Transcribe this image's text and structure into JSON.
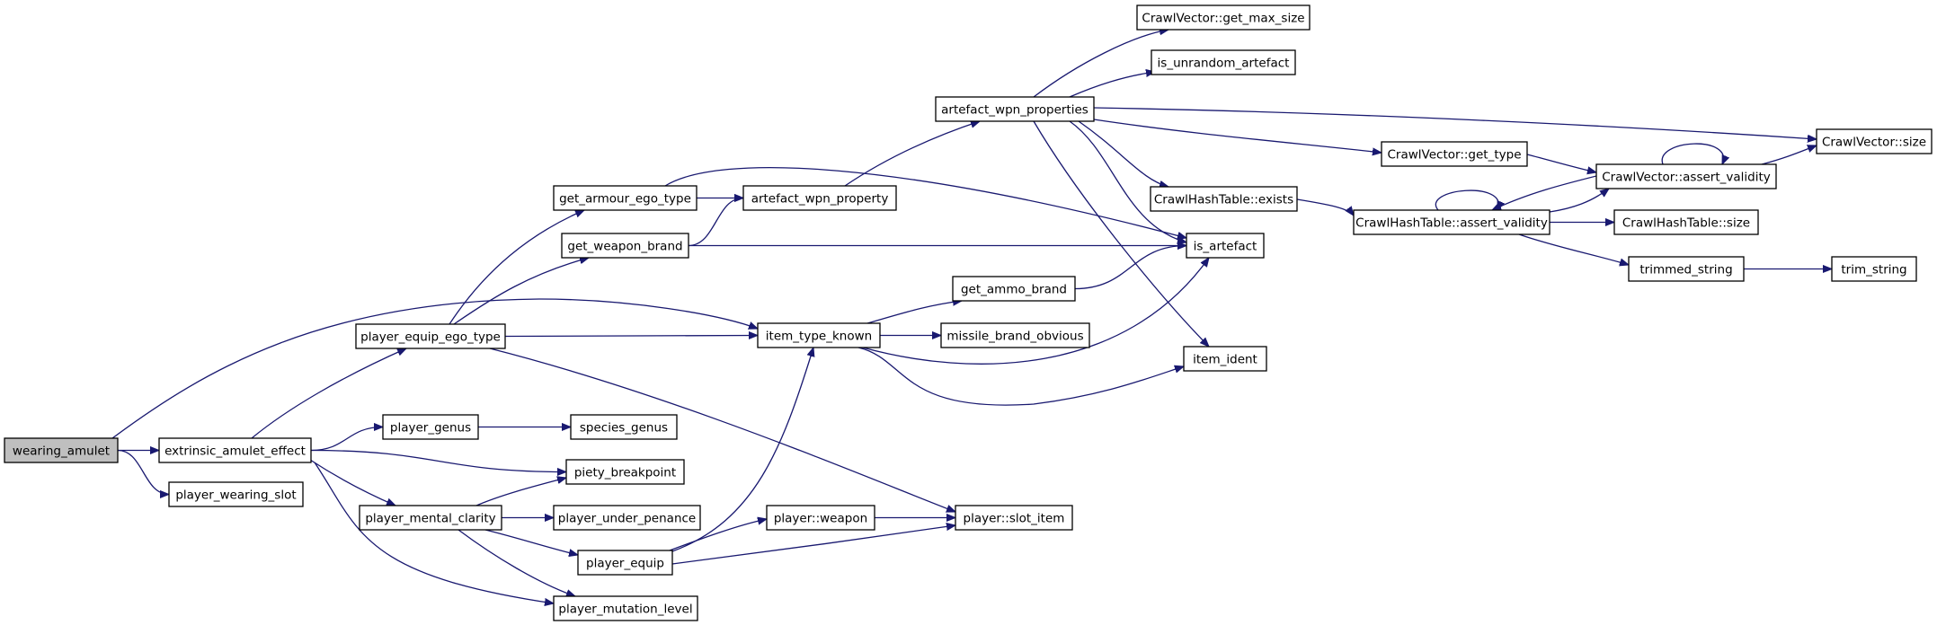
{
  "diagram": {
    "type": "call-graph",
    "root": "wearing_amulet",
    "colors": {
      "edge": "#191970",
      "root_fill": "#bfbfbf",
      "node_fill": "#ffffff",
      "node_stroke": "#000000"
    },
    "nodes": [
      {
        "id": "wearing_amulet",
        "label": "wearing_amulet"
      },
      {
        "id": "extrinsic_amulet_effect",
        "label": "extrinsic_amulet_effect"
      },
      {
        "id": "player_wearing_slot",
        "label": "player_wearing_slot"
      },
      {
        "id": "player_equip_ego_type",
        "label": "player_equip_ego_type"
      },
      {
        "id": "player_genus",
        "label": "player_genus"
      },
      {
        "id": "player_mental_clarity",
        "label": "player_mental_clarity"
      },
      {
        "id": "piety_breakpoint",
        "label": "piety_breakpoint"
      },
      {
        "id": "player_mutation_level",
        "label": "player_mutation_level"
      },
      {
        "id": "get_armour_ego_type",
        "label": "get_armour_ego_type"
      },
      {
        "id": "get_weapon_brand",
        "label": "get_weapon_brand"
      },
      {
        "id": "species_genus",
        "label": "species_genus"
      },
      {
        "id": "player_under_penance",
        "label": "player_under_penance"
      },
      {
        "id": "player_equip",
        "label": "player_equip"
      },
      {
        "id": "artefact_wpn_property",
        "label": "artefact_wpn_property"
      },
      {
        "id": "player_weapon",
        "label": "player::weapon"
      },
      {
        "id": "item_type_known",
        "label": "item_type_known"
      },
      {
        "id": "artefact_wpn_properties",
        "label": "artefact_wpn_properties"
      },
      {
        "id": "get_ammo_brand",
        "label": "get_ammo_brand"
      },
      {
        "id": "missile_brand_obvious",
        "label": "missile_brand_obvious"
      },
      {
        "id": "player_slot_item",
        "label": "player::slot_item"
      },
      {
        "id": "cv_get_max_size",
        "label": "CrawlVector::get_max_size"
      },
      {
        "id": "is_unrandom_artefact",
        "label": "is_unrandom_artefact"
      },
      {
        "id": "cht_exists",
        "label": "CrawlHashTable::exists"
      },
      {
        "id": "is_artefact",
        "label": "is_artefact"
      },
      {
        "id": "item_ident",
        "label": "item_ident"
      },
      {
        "id": "cv_get_type",
        "label": "CrawlVector::get_type"
      },
      {
        "id": "cht_assert_validity",
        "label": "CrawlHashTable::assert_validity"
      },
      {
        "id": "cv_assert_validity",
        "label": "CrawlVector::assert_validity"
      },
      {
        "id": "cht_size",
        "label": "CrawlHashTable::size"
      },
      {
        "id": "trimmed_string",
        "label": "trimmed_string"
      },
      {
        "id": "cv_size",
        "label": "CrawlVector::size"
      },
      {
        "id": "trim_string",
        "label": "trim_string"
      }
    ],
    "edges": [
      [
        "wearing_amulet",
        "extrinsic_amulet_effect"
      ],
      [
        "wearing_amulet",
        "player_wearing_slot"
      ],
      [
        "wearing_amulet",
        "item_type_known"
      ],
      [
        "extrinsic_amulet_effect",
        "player_equip_ego_type"
      ],
      [
        "extrinsic_amulet_effect",
        "player_genus"
      ],
      [
        "extrinsic_amulet_effect",
        "piety_breakpoint"
      ],
      [
        "extrinsic_amulet_effect",
        "player_mental_clarity"
      ],
      [
        "extrinsic_amulet_effect",
        "player_mutation_level"
      ],
      [
        "player_equip_ego_type",
        "get_armour_ego_type"
      ],
      [
        "player_equip_ego_type",
        "get_weapon_brand"
      ],
      [
        "player_equip_ego_type",
        "item_type_known"
      ],
      [
        "player_equip_ego_type",
        "player_slot_item"
      ],
      [
        "player_genus",
        "species_genus"
      ],
      [
        "player_mental_clarity",
        "piety_breakpoint"
      ],
      [
        "player_mental_clarity",
        "player_under_penance"
      ],
      [
        "player_mental_clarity",
        "player_equip"
      ],
      [
        "player_mental_clarity",
        "player_mutation_level"
      ],
      [
        "get_armour_ego_type",
        "artefact_wpn_property"
      ],
      [
        "get_armour_ego_type",
        "is_artefact"
      ],
      [
        "get_weapon_brand",
        "artefact_wpn_property"
      ],
      [
        "get_weapon_brand",
        "is_artefact"
      ],
      [
        "player_equip",
        "player_weapon"
      ],
      [
        "player_equip",
        "item_type_known"
      ],
      [
        "player_equip",
        "player_slot_item"
      ],
      [
        "player_weapon",
        "player_slot_item"
      ],
      [
        "artefact_wpn_property",
        "artefact_wpn_properties"
      ],
      [
        "item_type_known",
        "get_ammo_brand"
      ],
      [
        "item_type_known",
        "missile_brand_obvious"
      ],
      [
        "item_type_known",
        "is_artefact"
      ],
      [
        "item_type_known",
        "item_ident"
      ],
      [
        "get_ammo_brand",
        "is_artefact"
      ],
      [
        "artefact_wpn_properties",
        "cv_get_max_size"
      ],
      [
        "artefact_wpn_properties",
        "is_unrandom_artefact"
      ],
      [
        "artefact_wpn_properties",
        "cv_size"
      ],
      [
        "artefact_wpn_properties",
        "cv_get_type"
      ],
      [
        "artefact_wpn_properties",
        "cht_exists"
      ],
      [
        "artefact_wpn_properties",
        "is_artefact"
      ],
      [
        "artefact_wpn_properties",
        "item_ident"
      ],
      [
        "cht_exists",
        "cht_assert_validity"
      ],
      [
        "cv_get_type",
        "cv_assert_validity"
      ],
      [
        "cht_assert_validity",
        "cht_assert_validity"
      ],
      [
        "cht_assert_validity",
        "cv_assert_validity"
      ],
      [
        "cht_assert_validity",
        "cht_size"
      ],
      [
        "cht_assert_validity",
        "trimmed_string"
      ],
      [
        "cv_assert_validity",
        "cv_assert_validity"
      ],
      [
        "cv_assert_validity",
        "cht_assert_validity"
      ],
      [
        "cv_assert_validity",
        "cv_size"
      ],
      [
        "trimmed_string",
        "trim_string"
      ]
    ]
  }
}
